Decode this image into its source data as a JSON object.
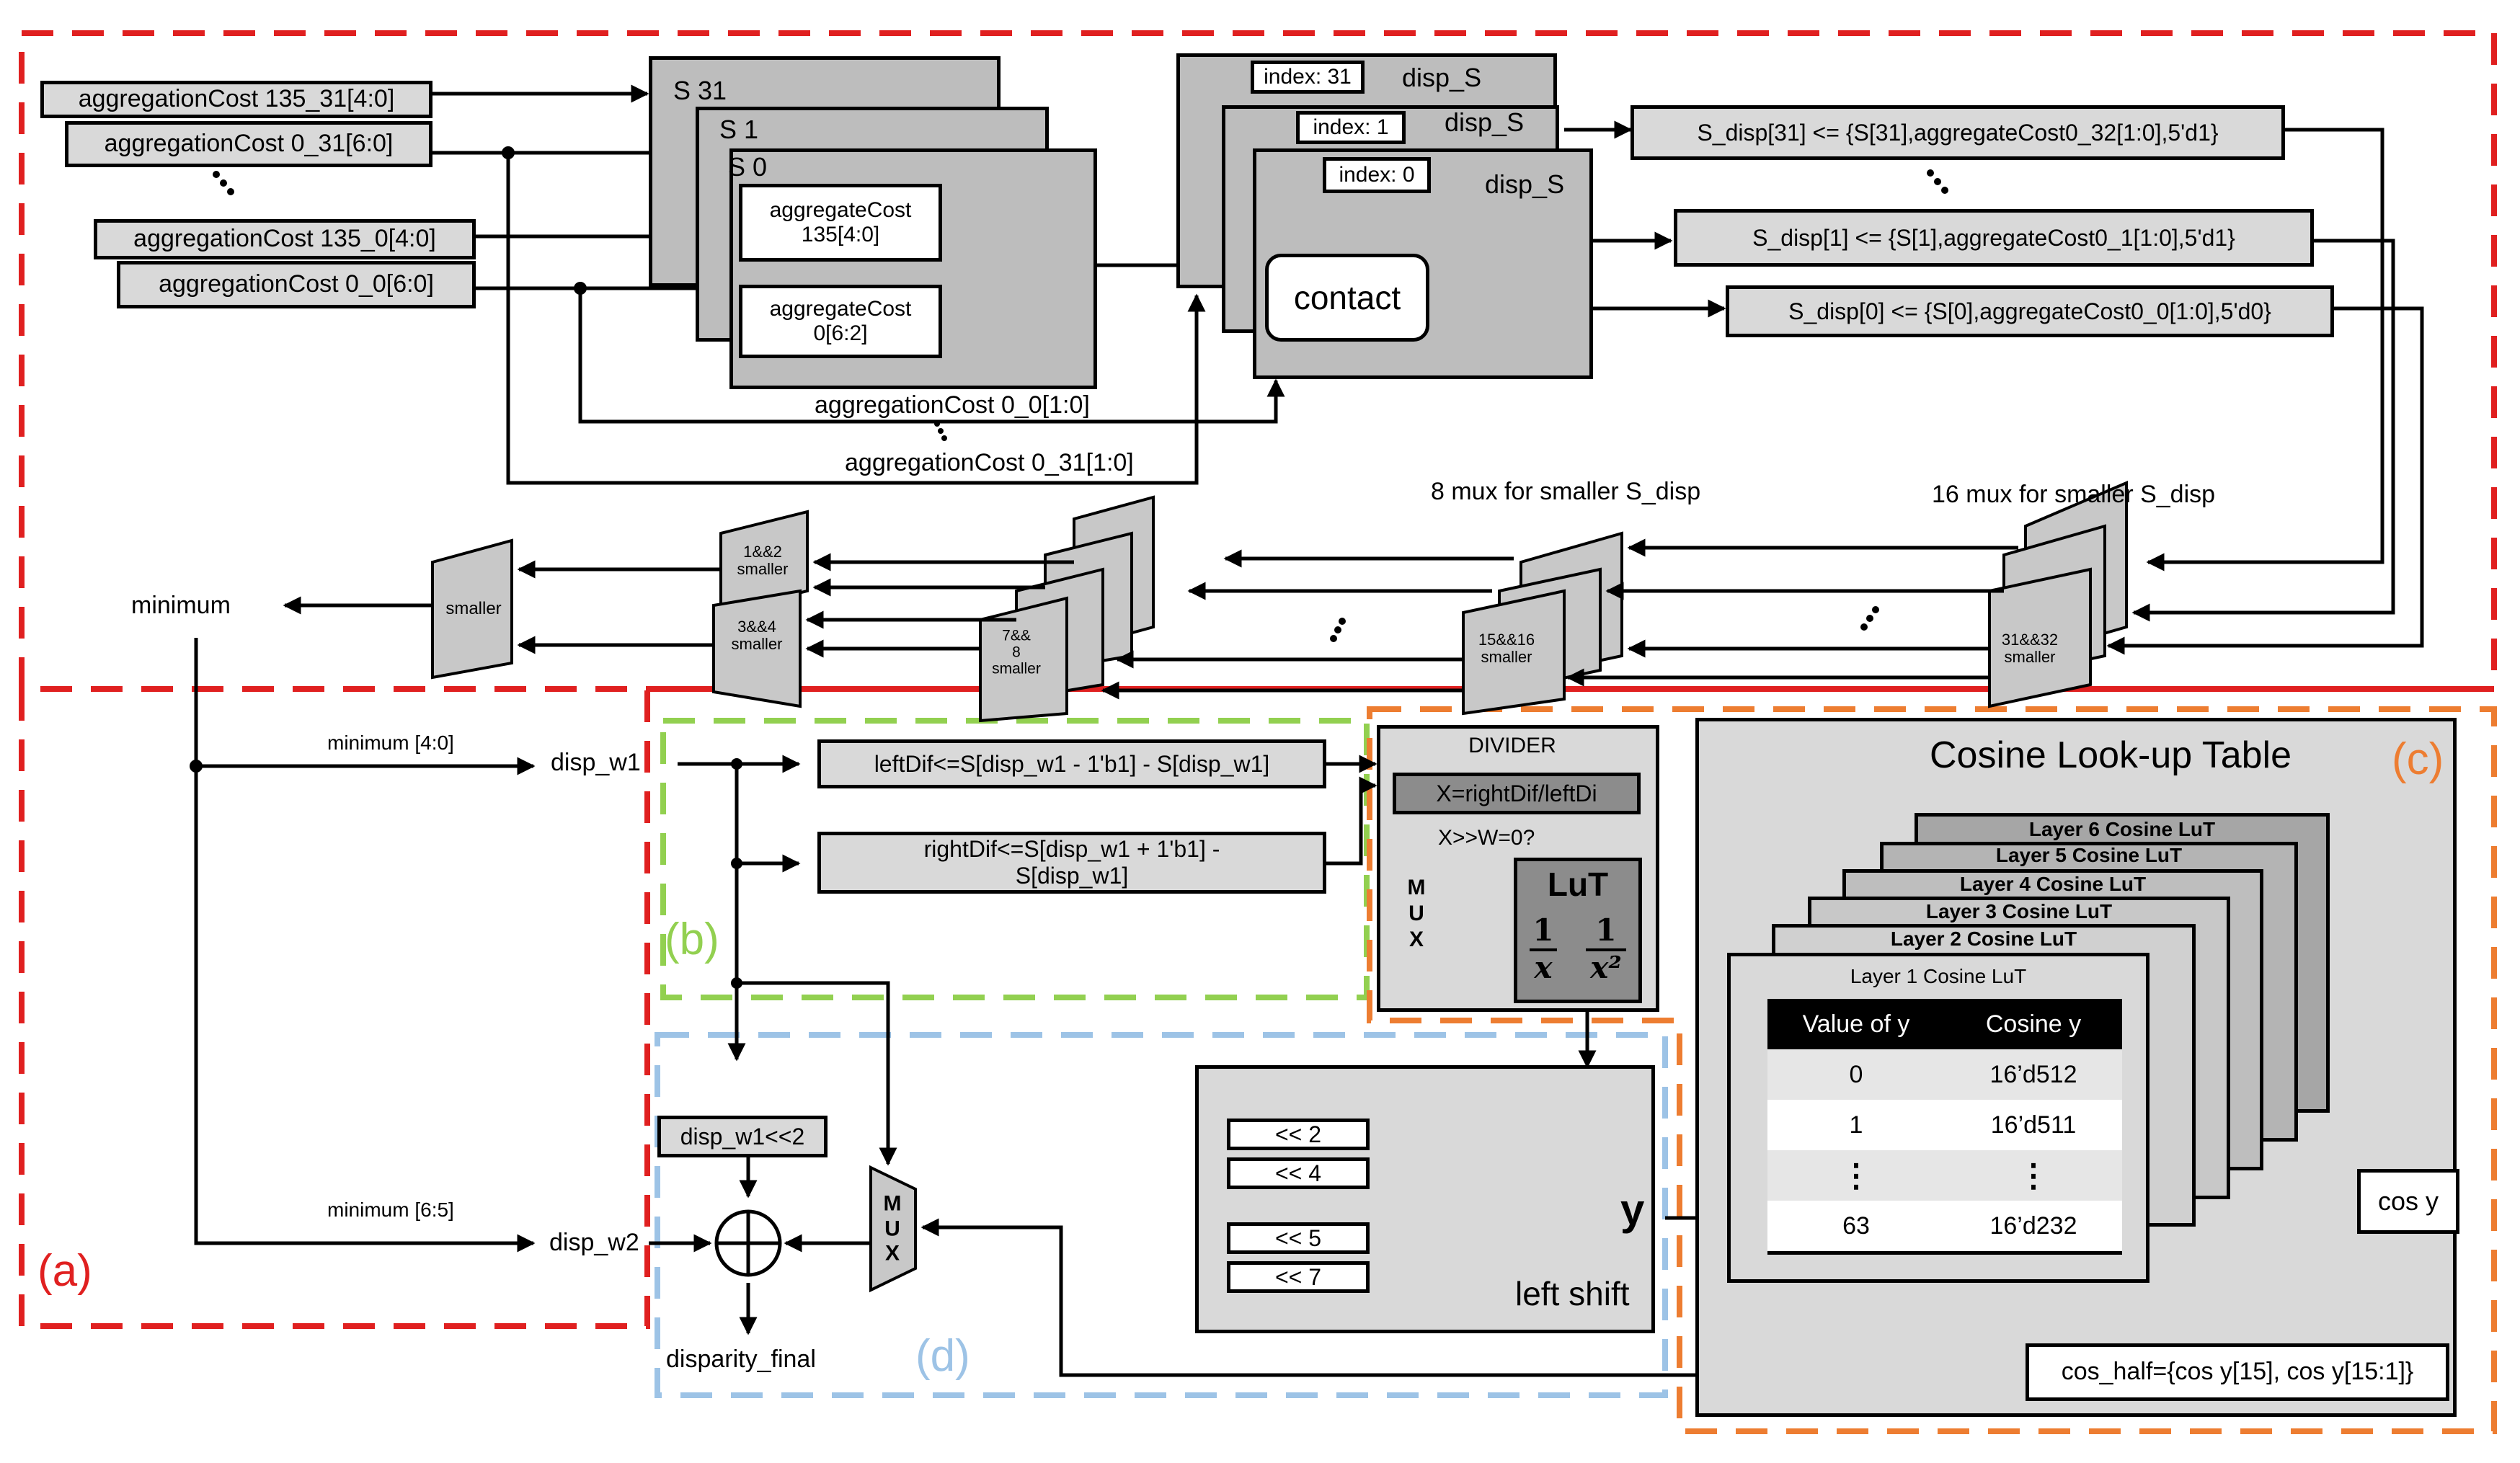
{
  "inputs": {
    "agg_135_31": "aggregationCost 135_31[4:0]",
    "agg_0_31": "aggregationCost 0_31[6:0]",
    "agg_135_0": "aggregationCost 135_0[4:0]",
    "agg_0_0": "aggregationCost 0_0[6:0]",
    "agg_0_0_low": "aggregationCost 0_0[1:0]",
    "agg_0_31_low": "aggregationCost 0_31[1:0]"
  },
  "s_stack": {
    "s31": "S 31",
    "s1": "S 1",
    "s0": "S 0",
    "agg_135": "aggregateCost\n135[4:0]",
    "agg_0": "aggregateCost\n0[6:2]"
  },
  "disp_stack": {
    "title": "disp_S",
    "index31": "index: 31",
    "index1": "index: 1",
    "index0": "index: 0",
    "contact": "contact"
  },
  "outputs": {
    "sdisp31": "S_disp[31] <= {S[31],aggregateCost0_32[1:0],5'd1}",
    "sdisp1": "S_disp[1] <= {S[1],aggregateCost0_1[1:0],5'd1}",
    "sdisp0": "S_disp[0] <= {S[0],aggregateCost0_0[1:0],5'd0}"
  },
  "mux_tree": {
    "label16": "16 mux for smaller S_disp",
    "label8": "8 mux for smaller S_disp",
    "m31_32": "31&&32\nsmaller",
    "m15_16": "15&&16\nsmaller",
    "m7_8": "7&&\n8\nsmaller",
    "m1_2": "1&&2\nsmaller",
    "m3_4": "3&&4\nsmaller",
    "final": "smaller",
    "minimum": "minimum"
  },
  "part_b": {
    "min_4_0": "minimum [4:0]",
    "disp_w1": "disp_w1",
    "leftdif": "leftDif<=S[disp_w1 - 1'b1] - S[disp_w1]",
    "rightdif_1": "rightDif<=S[disp_w1 + 1'b1] -",
    "rightdif_2": "S[disp_w1]"
  },
  "divider": {
    "title": "DIVIDER",
    "expr": "X=rightDif/leftDi",
    "cond": "X>>W=0?",
    "mux": "M\nU\nX",
    "lut": "LuT",
    "frac1_num": "1",
    "frac1_den": "x",
    "frac2_num": "1",
    "frac2_den": "x²"
  },
  "part_d": {
    "min_6_5": "minimum [6:5]",
    "disp_w2": "disp_w2",
    "shift": "disp_w1<<2",
    "mux": "M\nU\nX",
    "final": "disparity_final"
  },
  "left_shift": {
    "s2": "<< 2",
    "s4": "<< 4",
    "s5": "<< 5",
    "s7": "<< 7",
    "y": "y",
    "title": "left shift"
  },
  "cosine": {
    "title": "Cosine Look-up Table",
    "layers": [
      "Layer 6 Cosine LuT",
      "Layer 5 Cosine LuT",
      "Layer 4 Cosine LuT",
      "Layer 3 Cosine LuT",
      "Layer 2 Cosine LuT",
      "Layer 1 Cosine LuT"
    ],
    "col_y": "Value of y",
    "col_cos": "Cosine y",
    "rows": [
      {
        "y": "0",
        "cos": "16’d512"
      },
      {
        "y": "1",
        "cos": "16’d511"
      },
      {
        "y": "⋮",
        "cos": "⋮"
      },
      {
        "y": "63",
        "cos": "16’d232"
      }
    ],
    "cos_y": "cos y",
    "cos_half": "cos_half={cos y[15], cos y[15:1]}"
  },
  "tags": {
    "a": "(a)",
    "b": "(b)",
    "c": "(c)",
    "d": "(d)"
  },
  "colors": {
    "red": "#e02020",
    "green": "#92d050",
    "orange": "#ed7d31",
    "blue": "#9dc3e6",
    "box_gray": "#d9d9d9",
    "lut_header": "#000000"
  }
}
